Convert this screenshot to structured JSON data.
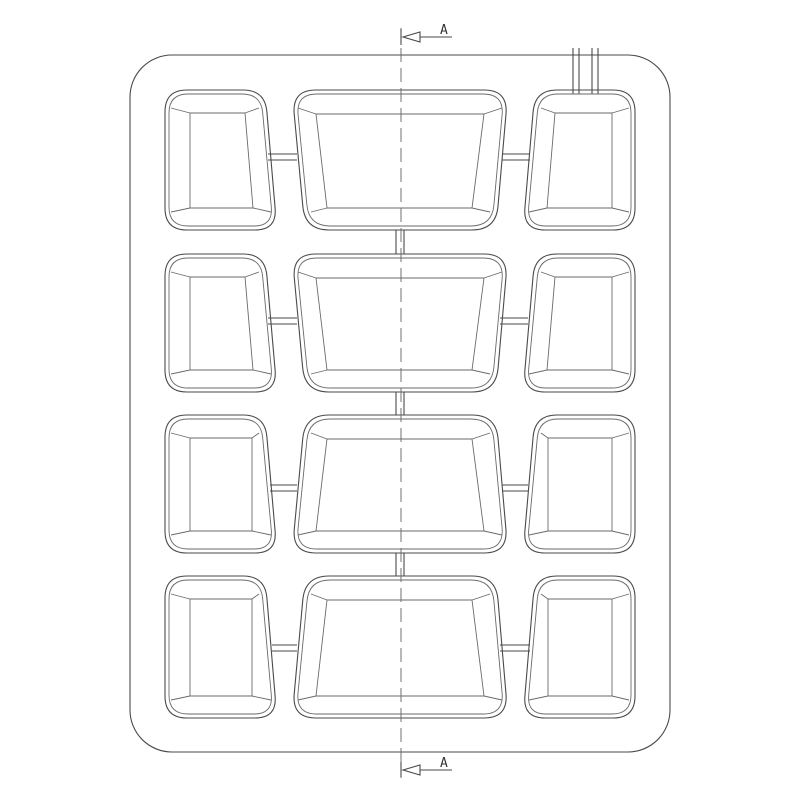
{
  "drawing": {
    "type": "cavity tray plan view",
    "section_marker_top": "A",
    "section_marker_bottom": "A",
    "rows": 4,
    "columns": 3,
    "line_color": "#4a4a4a"
  }
}
